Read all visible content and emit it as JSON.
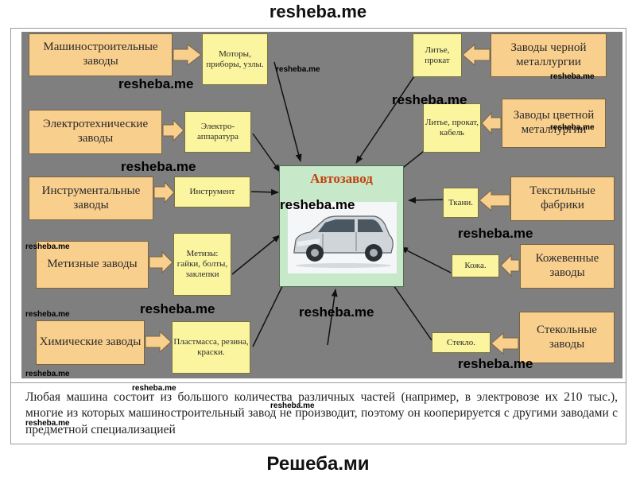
{
  "site": {
    "header": "resheba.me",
    "footer": "Решеба.ми"
  },
  "center": {
    "title": "Автозавод",
    "image": "car-icon"
  },
  "factories": [
    {
      "name": "Машиностроительные заводы"
    },
    {
      "name": "Электротехнические заводы"
    },
    {
      "name": "Инструментальные заводы"
    },
    {
      "name": "Метизные заводы"
    },
    {
      "name": "Химические заводы"
    },
    {
      "name": "Заводы черной металлургии"
    },
    {
      "name": "Заводы цветной металлургии"
    },
    {
      "name": "Текстильные фабрики"
    },
    {
      "name": "Кожевенные заводы"
    },
    {
      "name": "Стекольные заводы"
    }
  ],
  "products": [
    {
      "name": "Моторы, приборы, узлы."
    },
    {
      "name": "Электро-аппаратура"
    },
    {
      "name": "Инструмент"
    },
    {
      "name": "Метизы: гайки, болты, заклепки"
    },
    {
      "name": "Пластмасса, резина, краски."
    },
    {
      "name": "Литье, прокат"
    },
    {
      "name": "Литье, прокат, кабель"
    },
    {
      "name": "Ткани."
    },
    {
      "name": "Кожа."
    },
    {
      "name": "Стекло."
    }
  ],
  "caption": "Любая машина состоит из большого количества различных частей (например, в электровозе их 210 тыс.), многие из которых машиностроительный завод не производит, поэтому он кооперируется с другими заводами с предметной специализацией",
  "watermarks": {
    "large": "resheba.me",
    "small": "resheba.me"
  },
  "colors": {
    "factory": "#f9cf8e",
    "product": "#fbf5a0",
    "center": "#c7e8c9",
    "title": "#c2410c",
    "background": "#7f7f7f"
  }
}
